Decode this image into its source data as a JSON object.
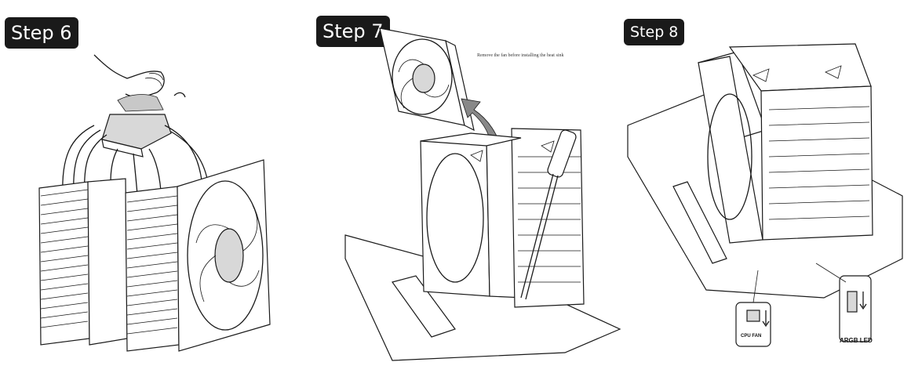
{
  "steps": [
    {
      "label": "Step 6"
    },
    {
      "label": "Step 7",
      "caption": "Remove the fan before installing the heat sink"
    },
    {
      "label": "Step 8",
      "connectors": {
        "cpu_fan": "CPU FAN",
        "argb": "ARGB LED"
      }
    }
  ],
  "colors": {
    "ink": "#1a1a1a",
    "badge_bg": "#1a1a1a",
    "badge_text": "#ffffff",
    "paste": "#c8c8c8"
  }
}
